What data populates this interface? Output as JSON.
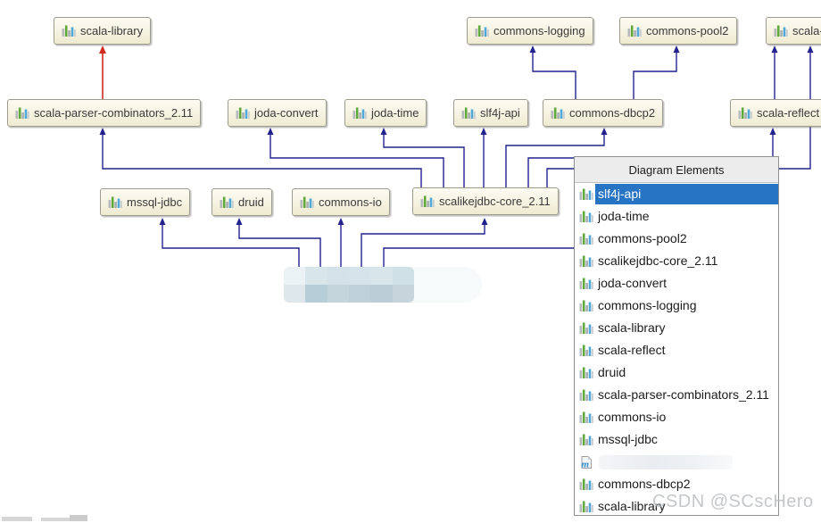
{
  "diagram": {
    "nodes": [
      {
        "label": "scala-library"
      },
      {
        "label": "commons-logging"
      },
      {
        "label": "commons-pool2"
      },
      {
        "label": "scala-library"
      },
      {
        "label": "scala-parser-combinators_2.11"
      },
      {
        "label": "joda-convert"
      },
      {
        "label": "joda-time"
      },
      {
        "label": "slf4j-api"
      },
      {
        "label": "commons-dbcp2"
      },
      {
        "label": "scala-reflect"
      },
      {
        "label": "mssql-jdbc"
      },
      {
        "label": "druid"
      },
      {
        "label": "commons-io"
      },
      {
        "label": "scalikejdbc-core_2.11"
      },
      {
        "label": "",
        "redacted": true
      }
    ],
    "edge_color": "#22228e",
    "highlight_edge_color": "#d02a20"
  },
  "popup": {
    "title": "Diagram Elements",
    "selection_color": "#2874c4",
    "items": [
      {
        "label": "slf4j-api",
        "selected": true
      },
      {
        "label": "joda-time"
      },
      {
        "label": "commons-pool2"
      },
      {
        "label": "scalikejdbc-core_2.11"
      },
      {
        "label": "joda-convert"
      },
      {
        "label": "commons-logging"
      },
      {
        "label": "scala-library"
      },
      {
        "label": "scala-reflect"
      },
      {
        "label": "druid"
      },
      {
        "label": "scala-parser-combinators_2.11"
      },
      {
        "label": "commons-io"
      },
      {
        "label": "mssql-jdbc"
      },
      {
        "label": "",
        "redacted": true,
        "icon": "maven-module-icon"
      },
      {
        "label": "commons-dbcp2"
      },
      {
        "label": "scala-library"
      }
    ]
  },
  "watermark": "CSDN @SCscHero"
}
